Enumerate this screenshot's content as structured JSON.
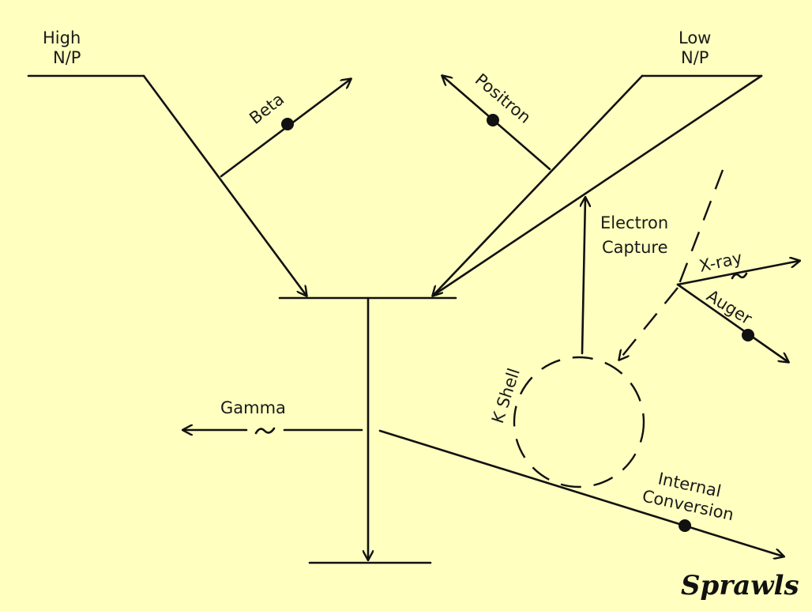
{
  "labels": {
    "high": "High",
    "high_ratio": "N/P",
    "low": "Low",
    "low_ratio": "N/P",
    "beta": "Beta",
    "positron": "Positron",
    "electron_capture_1": "Electron",
    "electron_capture_2": "Capture",
    "x_ray": "X-ray",
    "auger": "Auger",
    "gamma": "Gamma",
    "k_shell": "K Shell",
    "internal_conversion_1": "Internal",
    "internal_conversion_2": "Conversion",
    "signature": "Sprawls"
  },
  "colors": {
    "background": "#ffffc0",
    "ink": "#111111"
  }
}
